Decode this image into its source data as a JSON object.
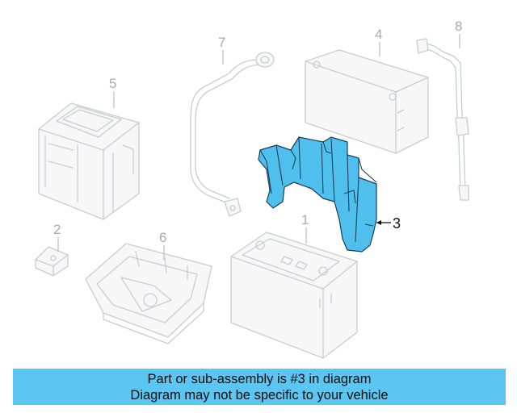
{
  "diagram": {
    "callouts": [
      "1",
      "2",
      "3",
      "4",
      "5",
      "6",
      "7",
      "8"
    ],
    "highlighted_part": "3"
  },
  "caption": {
    "line1": "Part or sub-assembly is #3 in diagram",
    "line2": "Diagram may not be specific to your vehicle",
    "background": "#5bc6f1"
  },
  "colors": {
    "highlight": "#4fc0ee",
    "outline": "#c9ccd0",
    "callout_text": "#a7aaae"
  }
}
